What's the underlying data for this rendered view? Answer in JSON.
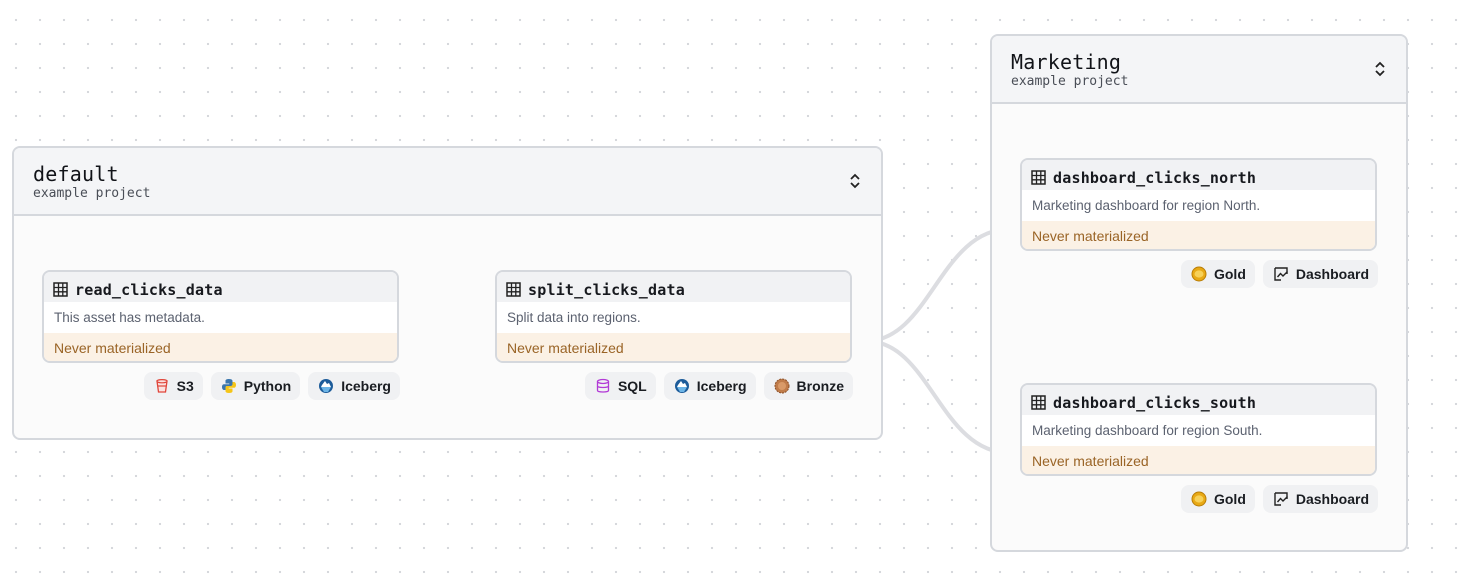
{
  "groups": {
    "default": {
      "title": "default",
      "subtitle": "example project"
    },
    "marketing": {
      "title": "Marketing",
      "subtitle": "example project"
    }
  },
  "assets": {
    "read_clicks_data": {
      "name": "read_clicks_data",
      "description": "This asset has metadata.",
      "status": "Never materialized"
    },
    "split_clicks_data": {
      "name": "split_clicks_data",
      "description": "Split data into regions.",
      "status": "Never materialized"
    },
    "dashboard_clicks_north": {
      "name": "dashboard_clicks_north",
      "description": "Marketing dashboard for region North.",
      "status": "Never materialized"
    },
    "dashboard_clicks_south": {
      "name": "dashboard_clicks_south",
      "description": "Marketing dashboard for region South.",
      "status": "Never materialized"
    }
  },
  "tags": {
    "read_clicks_data": [
      "S3",
      "Python",
      "Iceberg"
    ],
    "split_clicks_data": [
      "SQL",
      "Iceberg",
      "Bronze"
    ],
    "dashboard_clicks_north": [
      "Gold",
      "Dashboard"
    ],
    "dashboard_clicks_south": [
      "Gold",
      "Dashboard"
    ]
  },
  "colors": {
    "status_text": "#9a6426",
    "status_bg": "#fbf1e5",
    "edge": "#dcdde1",
    "border": "#d5d8dd"
  },
  "icons": {
    "asset": "table-icon",
    "collapse": "collapse-icon",
    "S3": "s3-icon",
    "Python": "python-icon",
    "Iceberg": "iceberg-icon",
    "SQL": "database-icon",
    "Bronze": "bronze-medal-icon",
    "Gold": "gold-medal-icon",
    "Dashboard": "dashboard-icon"
  }
}
